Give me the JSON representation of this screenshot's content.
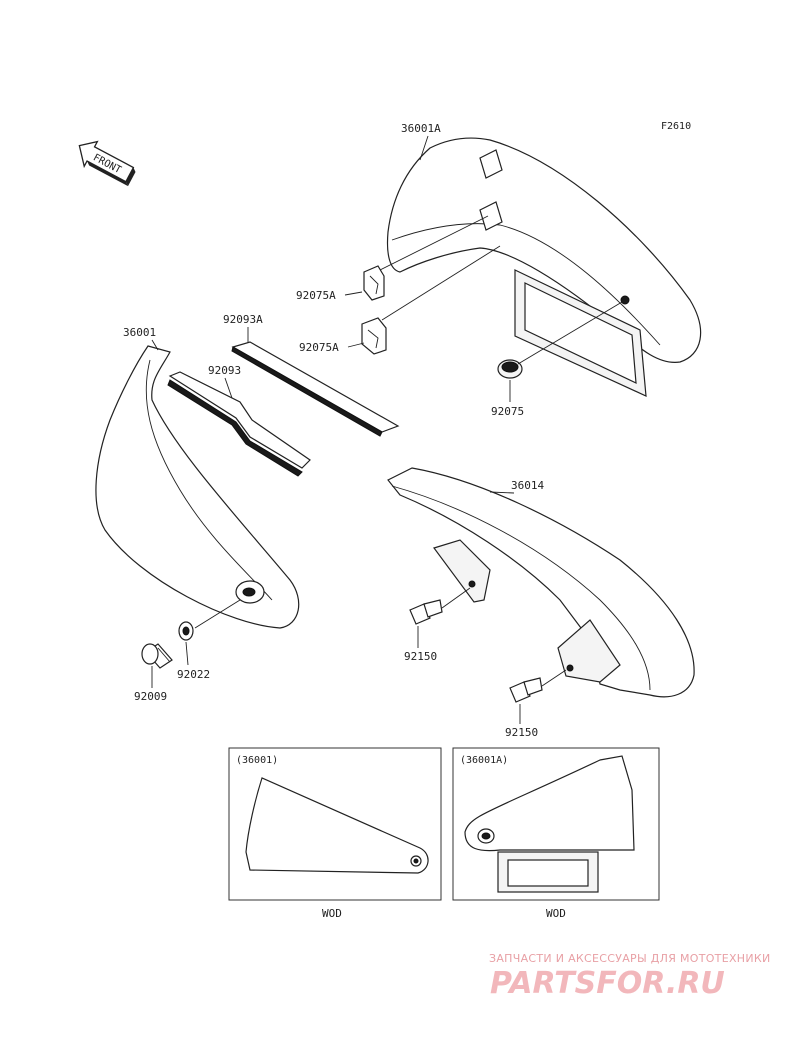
{
  "figure_code": "F2610",
  "front_arrow_label": "FRONT",
  "part_numbers": {
    "cover_right": "36001A",
    "cover_left": "36001",
    "pad_a": "92093A",
    "pad": "92093",
    "clip_upper": "92075A",
    "clip_lower": "92075A",
    "grommet": "92075",
    "chain_cover": "36014",
    "bolt_upper": "92150",
    "bolt_lower": "92150",
    "washer": "92022",
    "screw": "92009"
  },
  "insets": [
    {
      "title": "(36001)",
      "caption": "WOD"
    },
    {
      "title": "(36001A)",
      "caption": "WOD"
    }
  ],
  "watermark": {
    "tagline": "ЗАПЧАСТИ И АКСЕССУАРЫ ДЛЯ МОТОТЕХНИКИ",
    "logo": "PARTSFOR.RU"
  }
}
